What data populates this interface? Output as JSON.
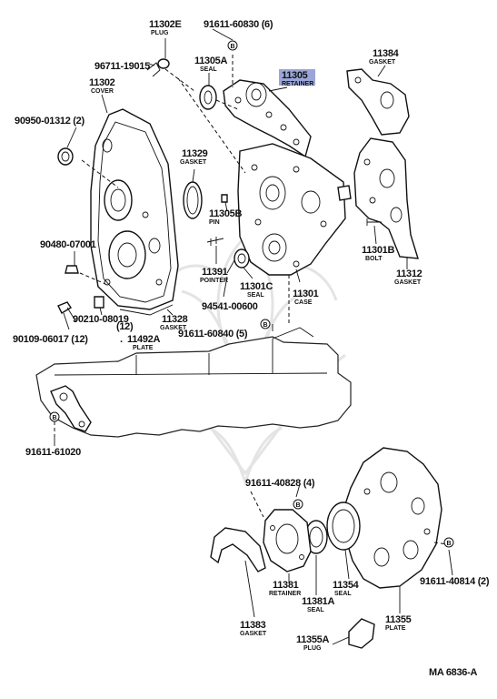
{
  "callouts": {
    "c11302e": {
      "num": "11302E",
      "name": "PLUG"
    },
    "c91611_60830": {
      "num": "91611-60830 (6)"
    },
    "c96711": {
      "num": "96711-19015"
    },
    "c11305a": {
      "num": "11305A",
      "name": "SEAL"
    },
    "c11305": {
      "num": "11305",
      "name": "RETAINER"
    },
    "c11384": {
      "num": "11384",
      "name": "GASKET"
    },
    "c11302": {
      "num": "11302",
      "name": "COVER"
    },
    "c90950": {
      "num": "90950-01312 (2)"
    },
    "c11329": {
      "num": "11329",
      "name": "GASKET"
    },
    "c11305b": {
      "num": "11305B",
      "name": "PIN"
    },
    "c90480": {
      "num": "90480-07001"
    },
    "c11391": {
      "num": "11391",
      "name": "POINTER"
    },
    "c11301c": {
      "num": "11301C",
      "name": "SEAL"
    },
    "c11301b": {
      "num": "11301B",
      "name": "BOLT"
    },
    "c11312": {
      "num": "11312",
      "name": "GASKET"
    },
    "c11301": {
      "num": "11301",
      "name": "CASE"
    },
    "c90210": {
      "num": "90210-08019",
      "qty": "(12)"
    },
    "c11328": {
      "num": "11328",
      "name": "GASKET"
    },
    "c94541": {
      "num": "94541-00600"
    },
    "c90109": {
      "num": "90109-06017 (12)",
      "sep": ".",
      "num2": "11492A",
      "name": "PLATE"
    },
    "c91611_60840": {
      "num": "91611-60840 (5)"
    },
    "c91611_61020": {
      "num": "91611-61020"
    },
    "c91611_40828": {
      "num": "91611-40828 (4)"
    },
    "c11381": {
      "num": "11381",
      "name": "RETAINER"
    },
    "c11381a": {
      "num": "11381A",
      "name": "SEAL"
    },
    "c11354": {
      "num": "11354",
      "name": "SEAL"
    },
    "c11355": {
      "num": "11355",
      "name": "PLATE"
    },
    "c91611_40814": {
      "num": "91611-40814 (2)"
    },
    "c11383": {
      "num": "11383",
      "name": "GASKET"
    },
    "c11355a": {
      "num": "11355A",
      "name": "PLUG"
    }
  },
  "ref_code": "MA 6836-A",
  "marker_letter": "B",
  "highlight_color": "#9aa6d8"
}
